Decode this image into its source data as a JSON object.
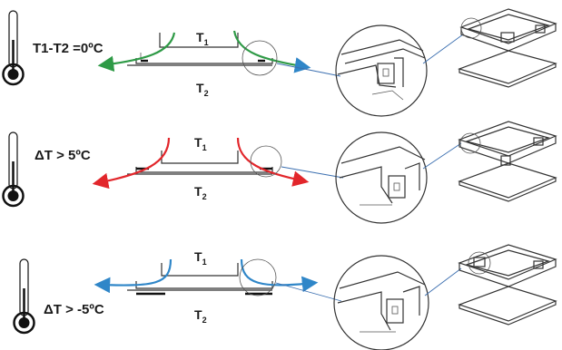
{
  "colors": {
    "row1_arrow": "#2e9a46",
    "row2_arrow": "#e2262b",
    "row3_arrow": "#2f86c8",
    "ink": "#1a1a1a",
    "leader": "#3b6fb0"
  },
  "icons": [
    "thermometer-icon"
  ],
  "rows": [
    {
      "condition": "T1-T2 =0ºC",
      "t_top": "T",
      "t_top_sub": "1",
      "t_bottom": "T",
      "t_bottom_sub": "2"
    },
    {
      "condition": "ΔT > 5ºC",
      "t_top": "T",
      "t_top_sub": "1",
      "t_bottom": "T",
      "t_bottom_sub": "2"
    },
    {
      "condition": "ΔT > -5ºC",
      "t_top": "T",
      "t_top_sub": "1",
      "t_bottom": "T",
      "t_bottom_sub": "2"
    }
  ]
}
